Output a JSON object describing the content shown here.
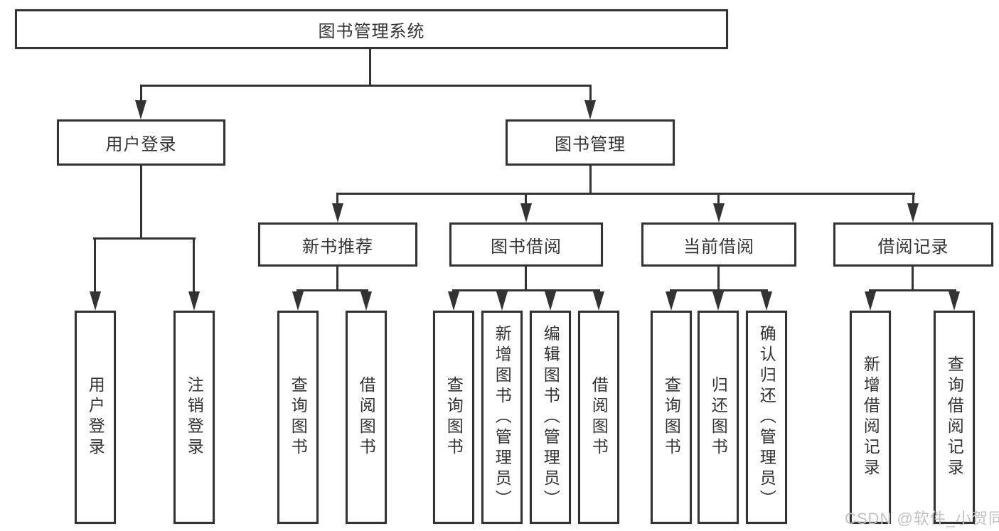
{
  "diagram": {
    "root": {
      "label": "图书管理系统"
    },
    "level2": [
      {
        "label": "用户登录"
      },
      {
        "label": "图书管理"
      }
    ],
    "level3": [
      {
        "label": "新书推荐"
      },
      {
        "label": "图书借阅"
      },
      {
        "label": "当前借阅"
      },
      {
        "label": "借阅记录"
      }
    ],
    "leaves": {
      "login": [
        {
          "label": "用户登录"
        },
        {
          "label": "注销登录"
        }
      ],
      "recommend": [
        {
          "label": "查询图书"
        },
        {
          "label": "借阅图书"
        }
      ],
      "borrow": [
        {
          "label": "查询图书"
        },
        {
          "label": "新增图书（管理员）"
        },
        {
          "label": "编辑图书（管理员）"
        },
        {
          "label": "借阅图书"
        }
      ],
      "current": [
        {
          "label": "查询图书"
        },
        {
          "label": "归还图书"
        },
        {
          "label": "确认归还（管理员）"
        }
      ],
      "records": [
        {
          "label": "新增借阅记录"
        },
        {
          "label": "查询借阅记录"
        }
      ]
    },
    "line_color": "#333333"
  },
  "watermark": {
    "text": "CSDN @软件_小贺同学"
  }
}
